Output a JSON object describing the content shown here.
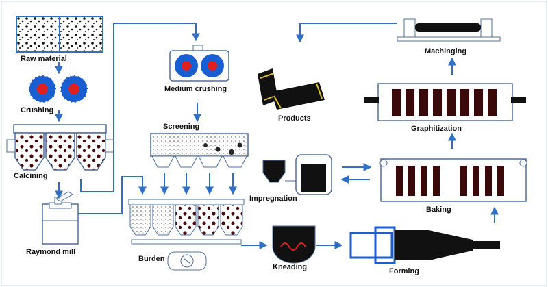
{
  "diagram": {
    "steps": {
      "raw_material": "Raw material",
      "crushing": "Crushing",
      "calcining": "Calcining",
      "raymond_mill": "Raymond mill",
      "medium_crushing": "Medium crushing",
      "screening": "Screening",
      "burden": "Burden",
      "kneading": "Kneading",
      "forming": "Forming",
      "baking": "Baking",
      "impregnation": "Impregnation",
      "graphitization": "Graphitization",
      "machining": "Machinging",
      "products": "Products"
    },
    "colors": {
      "line": "#2f6fc4",
      "red": "#e02020",
      "blue": "#1a5fd1",
      "dark": "#111111",
      "brown": "#5a1010",
      "frame": "#4a6fa8"
    }
  }
}
